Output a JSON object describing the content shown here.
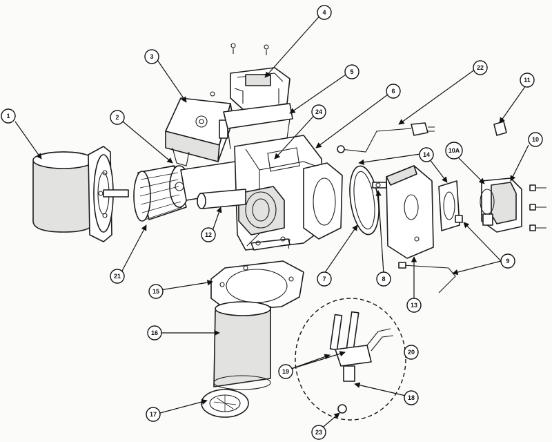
{
  "callouts": [
    {
      "id": "c1",
      "label": "1"
    },
    {
      "id": "c2",
      "label": "2"
    },
    {
      "id": "c3",
      "label": "3"
    },
    {
      "id": "c4",
      "label": "4"
    },
    {
      "id": "c5",
      "label": "5"
    },
    {
      "id": "c6",
      "label": "6"
    },
    {
      "id": "c7",
      "label": "7"
    },
    {
      "id": "c8",
      "label": "8"
    },
    {
      "id": "c9",
      "label": "9"
    },
    {
      "id": "c10",
      "label": "10"
    },
    {
      "id": "c10a",
      "label": "10A"
    },
    {
      "id": "c11",
      "label": "11"
    },
    {
      "id": "c12",
      "label": "12"
    },
    {
      "id": "c13",
      "label": "13"
    },
    {
      "id": "c14",
      "label": "14"
    },
    {
      "id": "c15",
      "label": "15"
    },
    {
      "id": "c16",
      "label": "16"
    },
    {
      "id": "c17",
      "label": "17"
    },
    {
      "id": "c18",
      "label": "18"
    },
    {
      "id": "c19",
      "label": "19"
    },
    {
      "id": "c20",
      "label": "20"
    },
    {
      "id": "c21",
      "label": "21"
    },
    {
      "id": "c22",
      "label": "22"
    },
    {
      "id": "c23",
      "label": "23"
    },
    {
      "id": "c24",
      "label": "24"
    }
  ]
}
